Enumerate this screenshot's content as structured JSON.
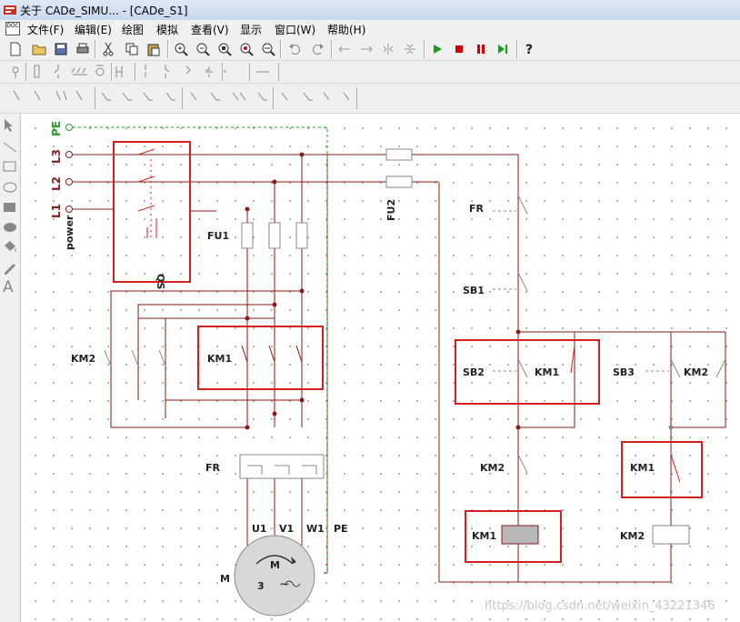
{
  "window": {
    "title": "关于 CADe_SIMU... - [CADe_S1]"
  },
  "menu": [
    "文件(F)",
    "编辑(E)",
    "绘图",
    "模拟",
    "查看(V)",
    "显示",
    "窗口(W)",
    "帮助(H)"
  ],
  "toolbar": {
    "icons": [
      "new-file-icon",
      "open-folder-icon",
      "save-icon",
      "print-icon",
      "cut-icon",
      "copy-icon",
      "paste-icon",
      "zoom-in-icon",
      "zoom-out-icon",
      "zoom-window-icon",
      "zoom-fit-icon",
      "pan-icon",
      "undo-icon",
      "redo-icon",
      "rotate-left-icon",
      "rotate-right-icon",
      "mirror-h-icon",
      "mirror-v-icon",
      "play-icon",
      "stop-icon",
      "pause-icon",
      "step-icon",
      "help-icon"
    ],
    "colors": {
      "play": "#1a9c1a",
      "stop": "#d40000",
      "pause": "#d40000",
      "step": "#1a9c1a"
    }
  },
  "left_tools": [
    "select-arrow-icon",
    "line-icon",
    "rectangle-icon",
    "ellipse-icon",
    "filled-rect-icon",
    "filled-ellipse-icon",
    "fill-bucket-icon",
    "pencil-icon",
    "text-tool-icon"
  ],
  "circuit": {
    "supply_labels": [
      "PE",
      "L3",
      "L2",
      "L1"
    ],
    "power_label": "power",
    "components": {
      "qs": "QS",
      "fu1": "FU1",
      "fu2": "FU2",
      "km2_main": "KM2",
      "km1_main": "KM1",
      "fr_main": "FR",
      "fr_nc": "FR",
      "sb1": "SB1",
      "sb2": "SB2",
      "km1_aux": "KM1",
      "sb3": "SB3",
      "km2_aux": "KM2",
      "km2_nc": "KM2",
      "km1_nc": "KM1",
      "km1_coil": "KM1",
      "km2_coil": "KM2"
    },
    "motor": {
      "terminals": [
        "U1",
        "V1",
        "W1",
        "PE"
      ],
      "name": "M",
      "letter": "M",
      "phases": "3",
      "symbol": "~"
    },
    "colors": {
      "wire": "#8b1a1a",
      "highlight": "#d32020",
      "pe": "#2a9a2a",
      "coil_energized": "#b8b8b8"
    }
  },
  "watermark": "https://blog.csdn.net/weixin_43221346"
}
